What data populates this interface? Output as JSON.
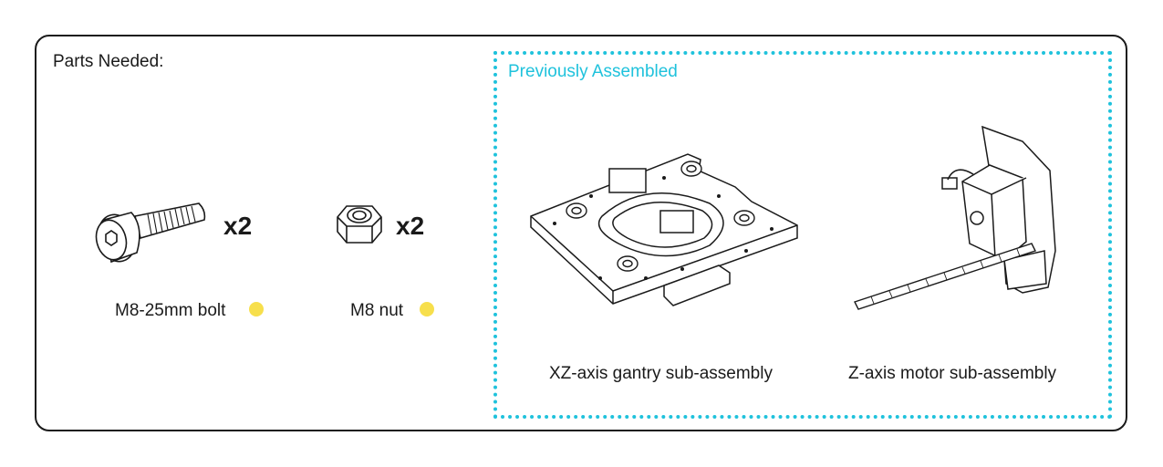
{
  "parts_section": {
    "title": "Parts Needed:",
    "parts": [
      {
        "label": "M8-25mm bolt",
        "quantity": "x2",
        "marker_color": "#f7df4c"
      },
      {
        "label": "M8 nut",
        "quantity": "x2",
        "marker_color": "#f7df4c"
      }
    ]
  },
  "previous_section": {
    "title": "Previously Assembled",
    "accent_color": "#1fc2dc",
    "items": [
      {
        "label": "XZ-axis gantry sub-assembly"
      },
      {
        "label": "Z-axis motor sub-assembly"
      }
    ]
  }
}
